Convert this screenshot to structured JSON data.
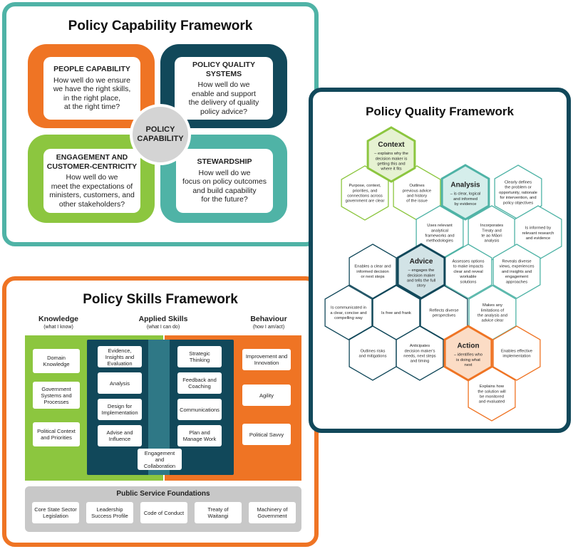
{
  "capability": {
    "title": "Policy Capability Framework",
    "center": [
      "POLICY",
      "CAPABILITY"
    ],
    "people": {
      "heading": "PEOPLE CAPABILITY",
      "text": [
        "How well do we ensure",
        "we have the right skills,",
        "in the right place,",
        "at the right time?"
      ]
    },
    "quality": {
      "heading": "POLICY QUALITY SYSTEMS",
      "text": [
        "How well do we",
        "enable and support",
        "the delivery of quality",
        "policy advice?"
      ]
    },
    "engagement": {
      "heading": [
        "ENGAGEMENT AND",
        "CUSTOMER-CENTRICITY"
      ],
      "text": [
        "How well do we",
        "meet the expectations of",
        "ministers, customers, and",
        "other stakeholders?"
      ]
    },
    "stewardship": {
      "heading": "STEWARDSHIP",
      "text": [
        "How well do we",
        "focus on policy outcomes",
        "and build capability",
        "for the future?"
      ]
    },
    "colors": {
      "orange": "#ef7424",
      "navy": "#11485a",
      "green": "#8cc63f",
      "teal": "#4fb3a6"
    }
  },
  "skills": {
    "title": "Policy Skills Framework",
    "knowledge": {
      "heading": "Knowledge",
      "sub": "(what I know)",
      "items": [
        "Domain Knowledge",
        "Government Systems and Processes",
        "Political Context and Priorities"
      ]
    },
    "applied": {
      "heading": "Applied Skills",
      "sub": "(what I can do)",
      "left": [
        "Evidence, Insights and Evaluation",
        "Analysis",
        "Design for Implementation",
        "Advise and Influence"
      ],
      "right": [
        "Strategic Thinking",
        "Feedback and Coaching",
        "Communications",
        "Plan and Manage Work"
      ],
      "center": "Engagement and Collaboration"
    },
    "behaviour": {
      "heading": "Behaviour",
      "sub": "(how I am/act)",
      "items": [
        "Improvement and Innovation",
        "Agility",
        "Political Savvy"
      ]
    },
    "foundations": {
      "heading": "Public Service Foundations",
      "items": [
        "Core State Sector Legislation",
        "Leadership Success Profile",
        "Code of Conduct",
        "Treaty of Waitangi",
        "Machinery of Government"
      ]
    }
  },
  "quality": {
    "title": "Policy Quality Framework",
    "hexes": [
      {
        "id": "context",
        "title": "Context",
        "lines": [
          "– explains why the",
          "decision maker is",
          "getting this and",
          "where it fits"
        ]
      },
      {
        "id": "purpose",
        "lines": [
          "Purpose, context,",
          "priorities, and",
          "connections across",
          "government are clear"
        ]
      },
      {
        "id": "outlines-previous",
        "lines": [
          "Outlines",
          "previous advice",
          "and history",
          "of the issue"
        ]
      },
      {
        "id": "analysis",
        "title": "Analysis",
        "lines": [
          "– is clear, logical",
          "and informed",
          "by evidence"
        ]
      },
      {
        "id": "defines-problem",
        "lines": [
          "Clearly defines",
          "the problem or",
          "opportunity, rationale",
          "for intervention, and",
          "policy objectives"
        ]
      },
      {
        "id": "analytical-frameworks",
        "lines": [
          "Uses relevant",
          "analytical",
          "frameworks and",
          "methodologies"
        ]
      },
      {
        "id": "treaty",
        "lines": [
          "Incorporates",
          "Treaty and",
          "te ao Māori",
          "analysis"
        ]
      },
      {
        "id": "research",
        "lines": [
          "Is informed by",
          "relevant research",
          "and evidence"
        ]
      },
      {
        "id": "enables-decision",
        "lines": [
          "Enables a clear and",
          "informed decision",
          "or next steps"
        ]
      },
      {
        "id": "advice",
        "title": "Advice",
        "lines": [
          "– engages the",
          "decision maker",
          "and tells the full",
          "story"
        ]
      },
      {
        "id": "assesses-options",
        "lines": [
          "Assesses options",
          "to make impacts",
          "clear and reveal",
          "workable",
          "solutions"
        ]
      },
      {
        "id": "diverse-views",
        "lines": [
          "Reveals diverse",
          "views, experiences",
          "and insights and",
          "engagement",
          "approaches"
        ]
      },
      {
        "id": "communicated",
        "lines": [
          "Is communicated in",
          "a clear, concise and",
          "compelling way"
        ]
      },
      {
        "id": "free-frank",
        "lines": [
          "Is free and frank"
        ]
      },
      {
        "id": "reflects-diverse",
        "lines": [
          "Reflects diverse",
          "perspectives"
        ]
      },
      {
        "id": "limitations",
        "lines": [
          "Makes any",
          "limitations of",
          "the analysis and",
          "advice clear"
        ]
      },
      {
        "id": "risks",
        "lines": [
          "Outlines risks",
          "and mitigations"
        ]
      },
      {
        "id": "anticipates",
        "lines": [
          "Anticipates",
          "decision maker's",
          "needs, next steps",
          "and timing"
        ]
      },
      {
        "id": "action",
        "title": "Action",
        "lines": [
          "– identifies who",
          "is doing what",
          "next"
        ]
      },
      {
        "id": "effective-implementation",
        "lines": [
          "Enables effective",
          "implementation"
        ]
      },
      {
        "id": "monitored",
        "lines": [
          "Explains how",
          "the solution will",
          "be monitored",
          "and evaluated"
        ]
      }
    ],
    "colors": {
      "green": "#8cc63f",
      "teal": "#4fb3a6",
      "navy": "#11485a",
      "orange": "#ef7424",
      "navy_fill": "#d2e3e6",
      "green_fill": "#e6f2d2",
      "teal_fill": "#d5eeeb",
      "orange_fill": "#fbdcc5"
    }
  }
}
